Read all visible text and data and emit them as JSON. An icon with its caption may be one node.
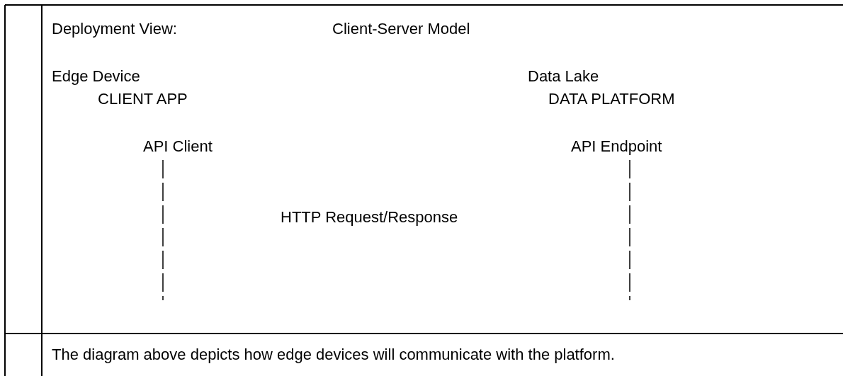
{
  "diagram": {
    "caption": "The diagram above depicts how edge devices will communicate with the platform.",
    "nodes": [
      {
        "text": [
          "API Client"
        ]
      },
      {
        "text": [
          "API Endpoint"
        ]
      }
    ],
    "edges": [
      {
        "from": 0,
        "to": null,
        "arrow": "none",
        "style": "dashed"
      },
      {
        "from": 1,
        "to": null,
        "arrow": "none",
        "style": "dashed"
      }
    ],
    "labels": [
      "Deployment View:",
      "Client-Server Model",
      "Edge Device",
      "Data Lake",
      "CLIENT APP",
      "DATA PLATFORM",
      "HTTP Request/Response"
    ]
  }
}
